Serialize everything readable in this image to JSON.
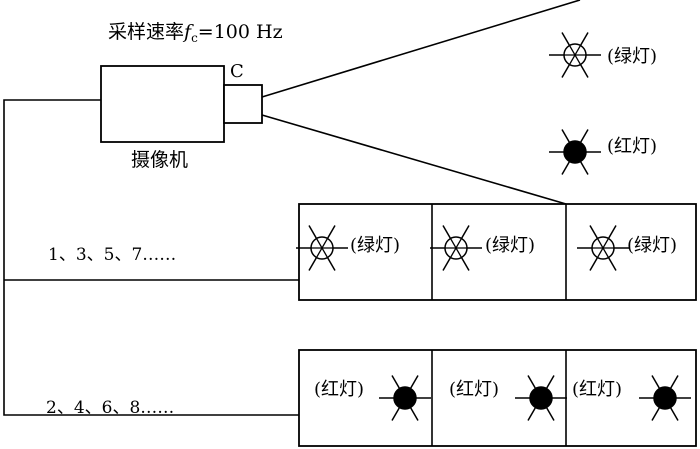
{
  "title": {
    "prefix": "采样速率",
    "symbol": "f",
    "subscript": "c",
    "suffix": "=100 Hz"
  },
  "camera": {
    "label": "摄像机",
    "lens_label": "C"
  },
  "labels": {
    "green_light": "(绿灯)",
    "red_light": "(红灯)"
  },
  "rows": {
    "odd": "1、3、5、7……",
    "even": "2、4、6、8……"
  },
  "colors": {
    "line": "#000000",
    "red_light_fill": "#000000",
    "green_light_fill": "#ffffff"
  }
}
